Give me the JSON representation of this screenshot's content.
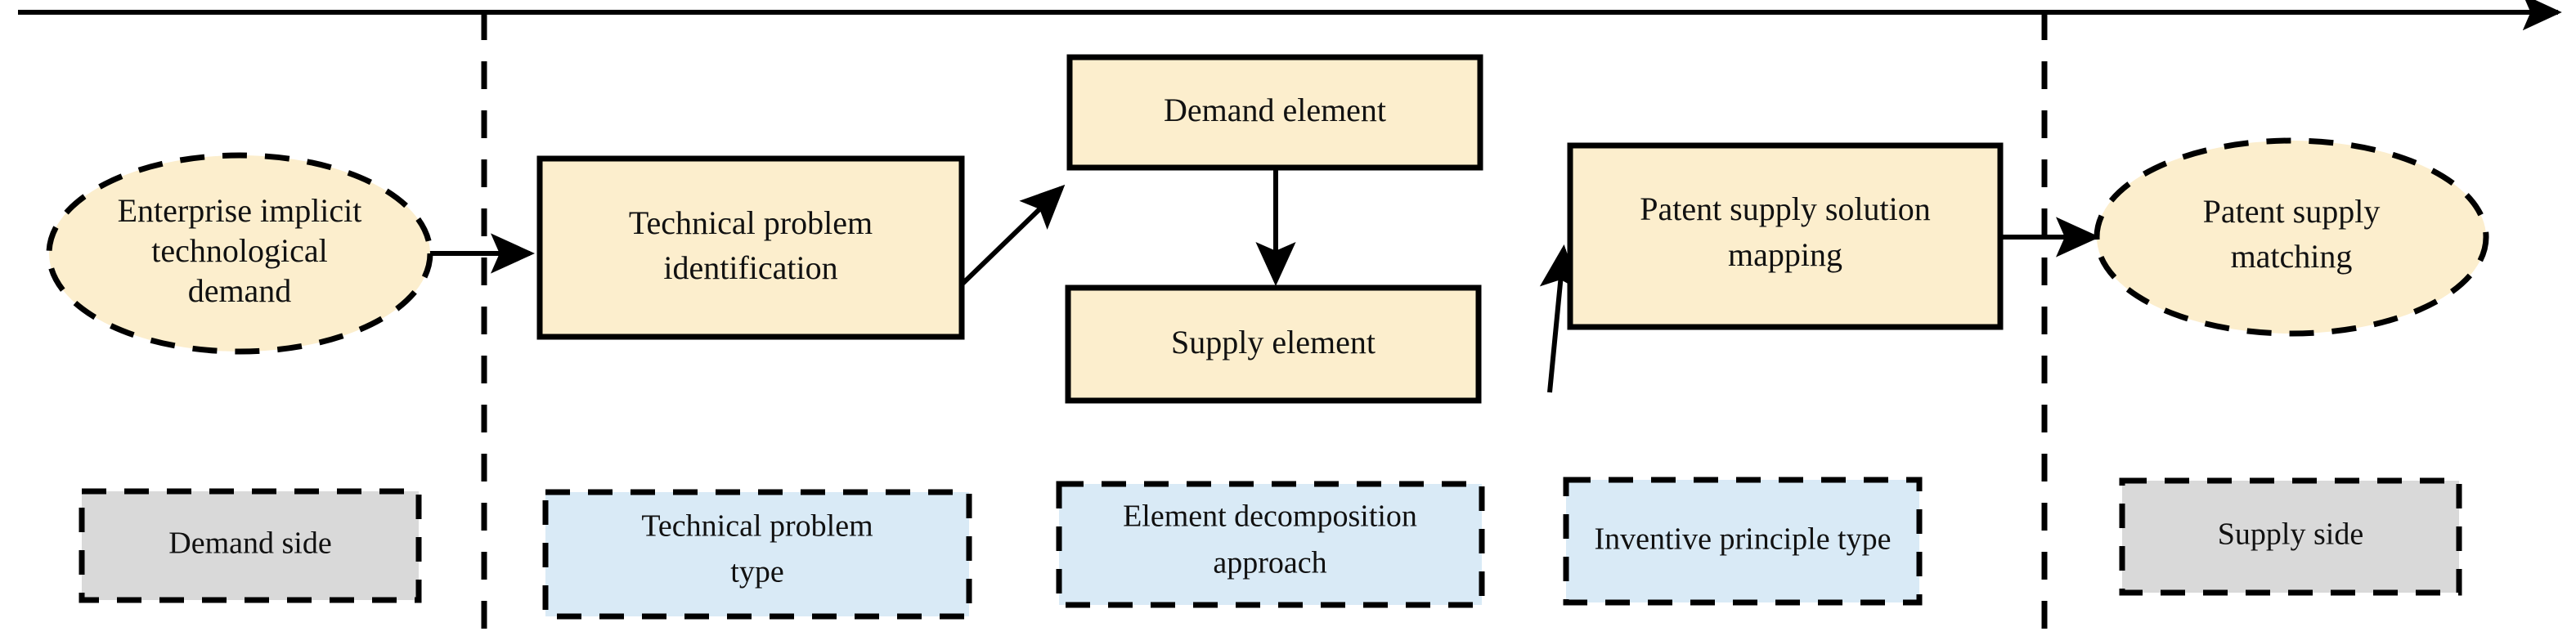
{
  "diagram": {
    "title": "Patent supply-demand matching process flow",
    "colors": {
      "process_fill": "#fceecd",
      "process_stroke": "#000000",
      "demand_supply_side_fill": "#d9d9d9",
      "stage_type_fill": "#d9eaf6",
      "line": "#000000",
      "text": "#111111",
      "background": "#ffffff"
    },
    "timeline_axis": {
      "name": "process-timeline-arrow",
      "direction": "left-to-right",
      "arrowhead": "right"
    },
    "dividers": [
      {
        "name": "divider-demand-boundary"
      },
      {
        "name": "divider-supply-boundary"
      }
    ],
    "nodes": [
      {
        "id": "enterprise-implicit-demand",
        "shape": "ellipse",
        "lines": [
          "Enterprise implicit",
          "technological",
          "demand"
        ],
        "border": "dashed",
        "fill": "#fceecd"
      },
      {
        "id": "technical-problem-identification",
        "shape": "rectangle",
        "lines": [
          "Technical problem",
          "identification"
        ],
        "border": "solid",
        "fill": "#fceecd"
      },
      {
        "id": "demand-element",
        "shape": "rectangle",
        "lines": [
          "Demand element"
        ],
        "border": "solid",
        "fill": "#fceecd"
      },
      {
        "id": "supply-element",
        "shape": "rectangle",
        "lines": [
          "Supply element"
        ],
        "border": "solid",
        "fill": "#fceecd"
      },
      {
        "id": "patent-supply-solution-mapping",
        "shape": "rectangle",
        "lines": [
          "Patent supply solution",
          "mapping"
        ],
        "border": "solid",
        "fill": "#fceecd"
      },
      {
        "id": "patent-supply-matching",
        "shape": "ellipse",
        "lines": [
          "Patent supply",
          "matching"
        ],
        "border": "dashed",
        "fill": "#fceecd"
      }
    ],
    "legend_boxes": [
      {
        "id": "demand-side",
        "lines": [
          "Demand side"
        ],
        "fill": "#d9d9d9",
        "border": "dashed"
      },
      {
        "id": "technical-problem-type",
        "lines": [
          "Technical problem",
          "type"
        ],
        "fill": "#d9eaf6",
        "border": "dashed"
      },
      {
        "id": "element-decomposition-approach",
        "lines": [
          "Element decomposition",
          "approach"
        ],
        "fill": "#d9eaf6",
        "border": "dashed"
      },
      {
        "id": "inventive-principle-type",
        "lines": [
          "Inventive principle type"
        ],
        "fill": "#d9eaf6",
        "border": "dashed"
      },
      {
        "id": "supply-side",
        "lines": [
          "Supply side"
        ],
        "fill": "#d9d9d9",
        "border": "dashed"
      }
    ],
    "connectors": [
      {
        "id": "demand-to-problem",
        "from": "enterprise-implicit-demand",
        "to": "technical-problem-identification",
        "style": "solid-arrow"
      },
      {
        "id": "problem-to-demand-element",
        "from": "technical-problem-identification",
        "to": "demand-element",
        "style": "solid-arrow"
      },
      {
        "id": "demand-element-to-supply-element",
        "from": "demand-element",
        "to": "supply-element",
        "style": "solid-arrow"
      },
      {
        "id": "supply-element-to-mapping",
        "from": "supply-element",
        "to": "patent-supply-solution-mapping",
        "style": "solid-arrow"
      },
      {
        "id": "mapping-to-matching",
        "from": "patent-supply-solution-mapping",
        "to": "patent-supply-matching",
        "style": "solid-arrow"
      }
    ]
  }
}
